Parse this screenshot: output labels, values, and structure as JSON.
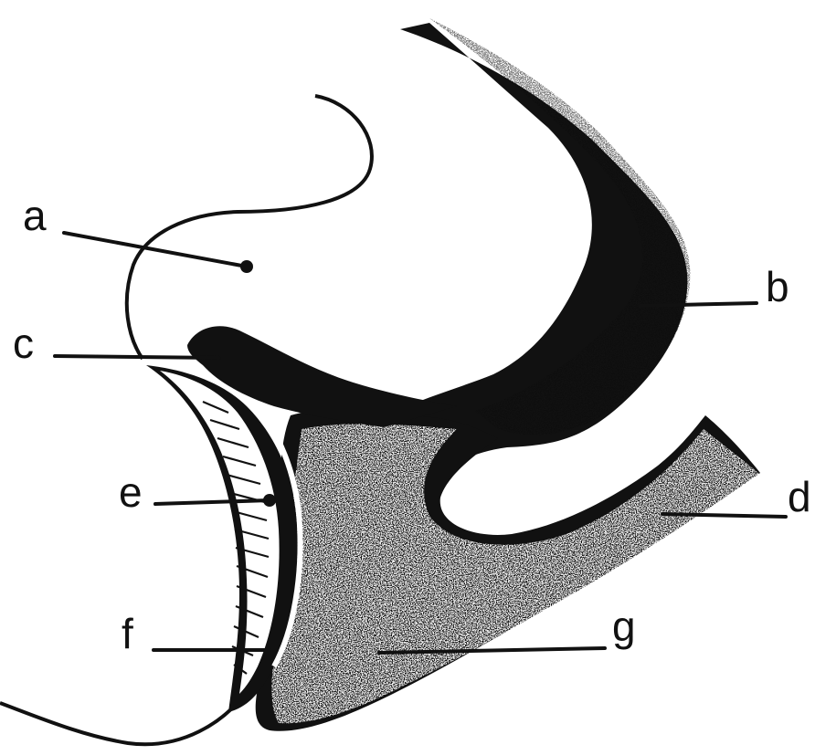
{
  "colors": {
    "background": "#ffffff",
    "ink": "#111111"
  },
  "labels": {
    "a": "a",
    "b": "b",
    "c": "c",
    "d": "d",
    "e": "e",
    "f": "f",
    "g": "g"
  }
}
